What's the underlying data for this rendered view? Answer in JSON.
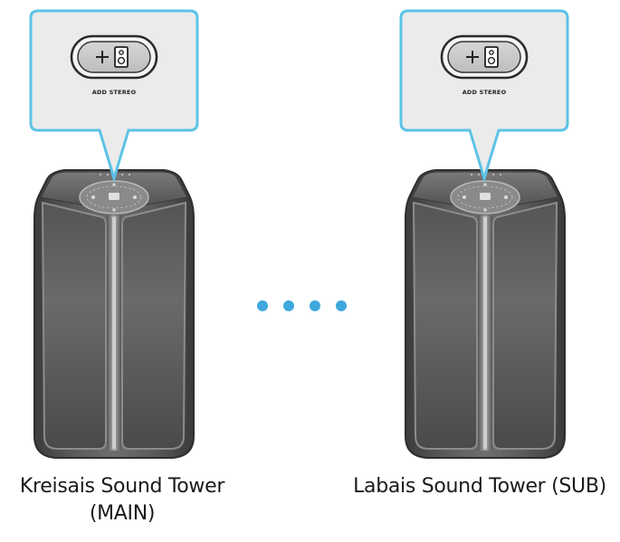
{
  "diagram": {
    "speakers": [
      {
        "id": "main",
        "name_line1": "Kreisais Sound Tower",
        "name_line2": "(MAIN)",
        "button_caption": "ADD STEREO"
      },
      {
        "id": "sub",
        "name": "Labais Sound Tower (SUB)",
        "button_caption": "ADD STEREO"
      }
    ],
    "connector_dots": 4,
    "colors": {
      "callout_border": "#5cc3e6",
      "callout_fill": "#ebebeb",
      "dot": "#3fa7dd",
      "speaker_body": "#4a4a4a"
    }
  }
}
